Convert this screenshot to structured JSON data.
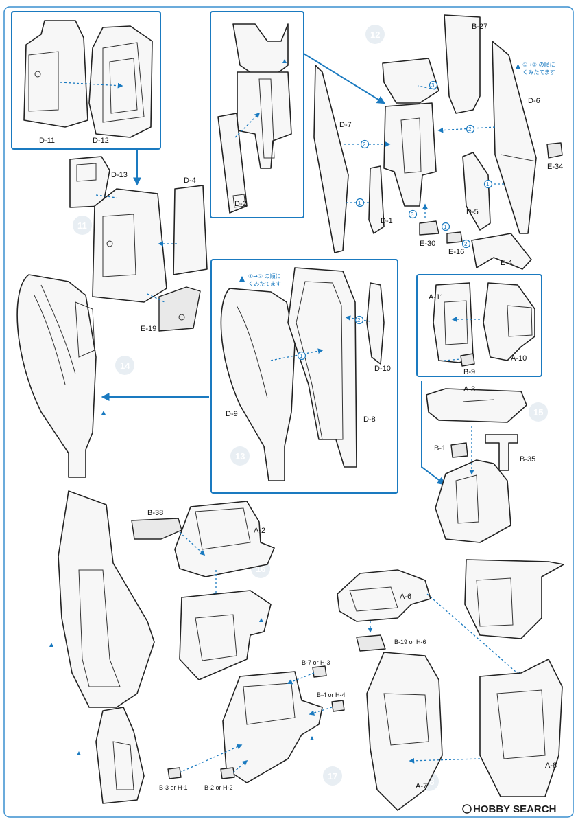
{
  "parts": {
    "d11": "D-11",
    "d12": "D-12",
    "d13": "D-13",
    "d4": "D-4",
    "e19": "E-19",
    "d2": "D-2",
    "d7": "D-7",
    "d1": "D-1",
    "e30": "E-30",
    "e16": "E-16",
    "e4": "E-4",
    "d5": "D-5",
    "d6": "D-6",
    "b27": "B-27",
    "e34": "E-34",
    "d9": "D-9",
    "d8": "D-8",
    "d10": "D-10",
    "a11": "A-11",
    "a10": "A-10",
    "b9": "B-9",
    "a3": "A-3",
    "b1": "B-1",
    "b35": "B-35",
    "b38": "B-38",
    "a2": "A-2",
    "b7h3": "B-7 or H-3",
    "b4h4": "B-4 or H-4",
    "b3h1": "B-3 or H-1",
    "b2h2": "B-2 or H-2",
    "a6": "A-6",
    "b19h6": "B-19 or H-6",
    "a7": "A-7",
    "a8": "A-8"
  },
  "notes": {
    "top_right_l1": "①→③ の順に",
    "top_right_l2": "くみたてます",
    "mid_l1": "①→② の順に",
    "mid_l2": "くみたてます"
  },
  "sequence_markers": [
    "1",
    "2",
    "3"
  ],
  "step_numbers": [
    "11",
    "12",
    "13",
    "14",
    "15",
    "16",
    "17",
    "18"
  ],
  "watermark": "HOBBY SEARCH"
}
